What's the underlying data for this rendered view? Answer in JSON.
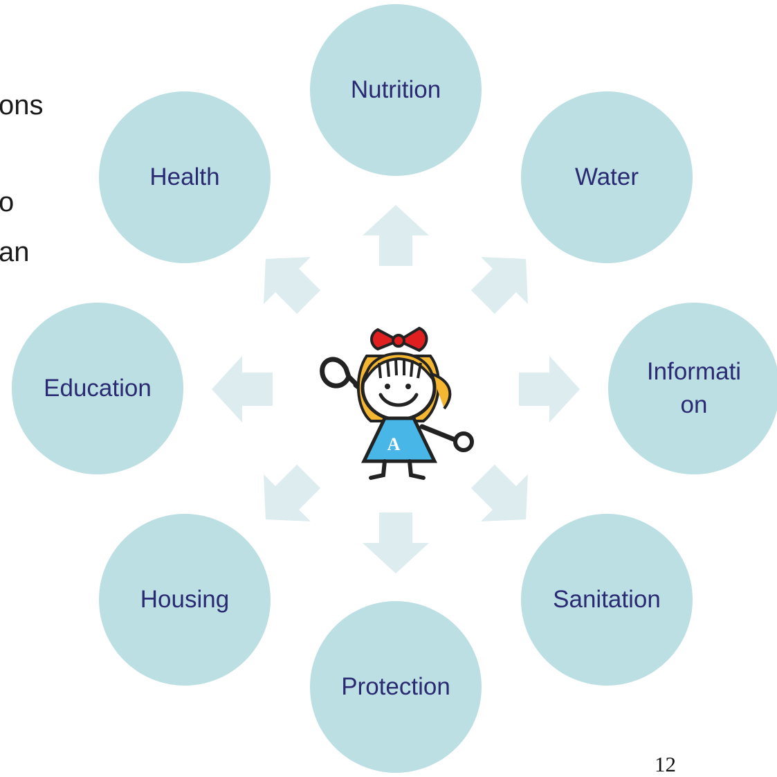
{
  "left_text": {
    "line1": "ons",
    "line2": "o",
    "line3": "an"
  },
  "center": {
    "mascot_letter": "A"
  },
  "needs": [
    {
      "id": "nutrition",
      "label": "Nutrition"
    },
    {
      "id": "water",
      "label": "Water"
    },
    {
      "id": "information",
      "label": "Informati\non"
    },
    {
      "id": "sanitation",
      "label": "Sanitation"
    },
    {
      "id": "protection",
      "label": "Protection"
    },
    {
      "id": "housing",
      "label": "Housing"
    },
    {
      "id": "education",
      "label": "Education"
    },
    {
      "id": "health",
      "label": "Health"
    }
  ],
  "page_number": "12",
  "colors": {
    "circle_fill": "#bcdfe3",
    "arrow_fill": "#dcecef",
    "label_text": "#2a2a72",
    "dress": "#48b7e8",
    "bow": "#e02020",
    "hair": "#f5b731"
  },
  "icons": {
    "arrow": "arrow-icon",
    "mascot": "girl-mascot-icon"
  }
}
